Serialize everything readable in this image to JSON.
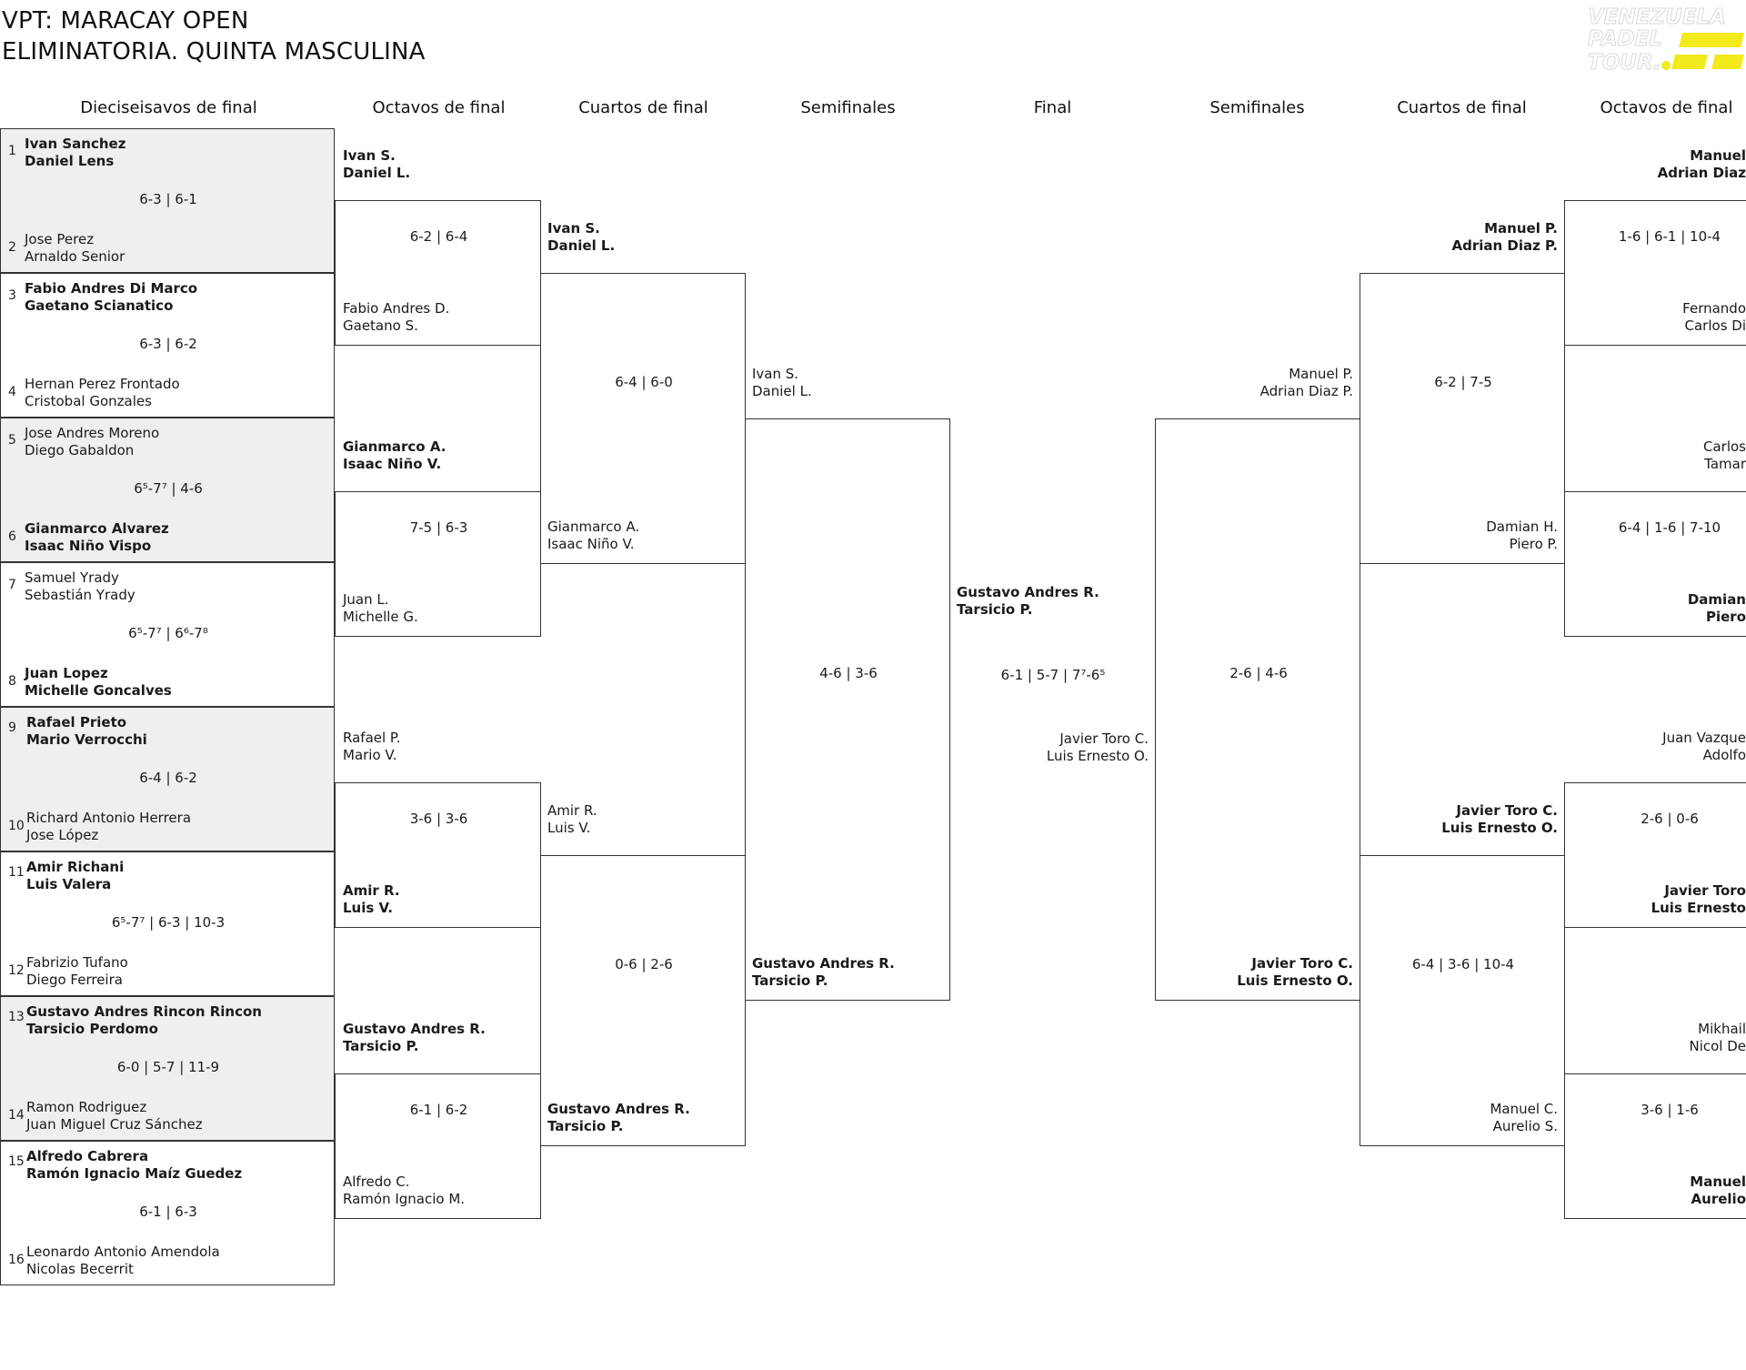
{
  "title": {
    "line1": "VPT: MARACAY OPEN",
    "line2": "ELIMINATORIA. QUINTA MASCULINA"
  },
  "logo": {
    "line1": "VENEZUELA",
    "line2": "PADEL",
    "line3": "TOUR."
  },
  "rounds": {
    "r32": "Dieciseisavos de final",
    "r16": "Octavos de final",
    "qf": "Cuartos de final",
    "sf": "Semifinales",
    "final": "Final",
    "sf_r": "Semifinales",
    "qf_r": "Cuartos de final",
    "r16_r": "Octavos de final"
  },
  "r32": [
    {
      "s1": "1",
      "a1": "Ivan Sanchez",
      "b1": "Daniel Lens",
      "s2": "2",
      "a2": "Jose Perez",
      "b2": "Arnaldo Senior",
      "score": "6-3 | 6-1",
      "w": 1
    },
    {
      "s1": "3",
      "a1": "Fabio Andres Di Marco",
      "b1": "Gaetano Scianatico",
      "s2": "4",
      "a2": "Hernan Perez Frontado",
      "b2": "Cristobal Gonzales",
      "score": "6-3 | 6-2",
      "w": 1
    },
    {
      "s1": "5",
      "a1": "Jose Andres Moreno",
      "b1": "Diego Gabaldon",
      "s2": "6",
      "a2": "Gianmarco Alvarez",
      "b2": "Isaac Niño Vispo",
      "score": "6⁵-7⁷ | 4-6",
      "w": 2
    },
    {
      "s1": "7",
      "a1": "Samuel Yrady",
      "b1": "Sebastián Yrady",
      "s2": "8",
      "a2": "Juan Lopez",
      "b2": "Michelle Goncalves",
      "score": "6⁵-7⁷ | 6⁶-7⁸",
      "w": 2
    },
    {
      "s1": "9",
      "a1": "Rafael Prieto",
      "b1": "Mario Verrocchi",
      "s2": "10",
      "a2": "Richard Antonio Herrera",
      "b2": "Jose López",
      "score": "6-4 | 6-2",
      "w": 1
    },
    {
      "s1": "11",
      "a1": "Amir Richani",
      "b1": "Luis Valera",
      "s2": "12",
      "a2": "Fabrizio Tufano",
      "b2": "Diego Ferreira",
      "score": "6⁵-7⁷ | 6-3 | 10-3",
      "w": 1
    },
    {
      "s1": "13",
      "a1": "Gustavo Andres Rincon Rincon",
      "b1": "Tarsicio Perdomo",
      "s2": "14",
      "a2": "Ramon Rodriguez",
      "b2": "Juan Miguel Cruz Sánchez",
      "score": "6-0 | 5-7 | 11-9",
      "w": 1
    },
    {
      "s1": "15",
      "a1": "Alfredo Cabrera",
      "b1": "Ramón Ignacio Maíz Guedez",
      "s2": "16",
      "a2": "Leonardo Antonio Amendola",
      "b2": "Nicolas Becerrit",
      "score": "6-1 | 6-3",
      "w": 1
    }
  ],
  "r16": [
    {
      "a1": "Ivan S.",
      "b1": "Daniel L.",
      "a2": "Fabio Andres D.",
      "b2": "Gaetano S.",
      "score": "6-2 | 6-4",
      "w": 1
    },
    {
      "a1": "Gianmarco A.",
      "b1": "Isaac Niño V.",
      "a2": "Juan L.",
      "b2": "Michelle G.",
      "score": "7-5 | 6-3",
      "w": 1
    },
    {
      "a1": "Rafael P.",
      "b1": "Mario V.",
      "a2": "Amir R.",
      "b2": "Luis V.",
      "score": "3-6 | 3-6",
      "w": 2
    },
    {
      "a1": "Gustavo Andres R.",
      "b1": "Tarsicio P.",
      "a2": "Alfredo C.",
      "b2": "Ramón Ignacio M.",
      "score": "6-1 | 6-2",
      "w": 1
    }
  ],
  "qf": [
    {
      "a1": "Ivan S.",
      "b1": "Daniel L.",
      "a2": "Gianmarco A.",
      "b2": "Isaac Niño V.",
      "score": "6-4 | 6-0",
      "w": 1
    },
    {
      "a1": "Amir R.",
      "b1": "Luis V.",
      "a2": "Gustavo Andres R.",
      "b2": "Tarsicio P.",
      "score": "0-6 | 2-6",
      "w": 2
    }
  ],
  "sf": {
    "a1": "Ivan S.",
    "b1": "Daniel L.",
    "a2": "Gustavo Andres R.",
    "b2": "Tarsicio P.",
    "score": "4-6 | 3-6",
    "w": 2
  },
  "final": {
    "a1": "Gustavo Andres R.",
    "b1": "Tarsicio P.",
    "a2": "Javier Toro C.",
    "b2": "Luis Ernesto O.",
    "score": "6-1 | 5-7 | 7⁷-6⁵",
    "w": 1
  },
  "sf_r": {
    "a1": "Manuel P.",
    "b1": "Adrian Diaz P.",
    "a2": "Javier Toro C.",
    "b2": "Luis Ernesto O.",
    "score": "2-6 | 4-6",
    "w": 2
  },
  "qf_r": [
    {
      "a1": "Manuel P.",
      "b1": "Adrian Diaz P.",
      "a2": "Damian H.",
      "b2": "Piero P.",
      "score": "6-2 | 7-5",
      "w": 1
    },
    {
      "a1": "Javier Toro C.",
      "b1": "Luis Ernesto O.",
      "a2": "Manuel C.",
      "b2": "Aurelio S.",
      "score": "6-4 | 3-6 | 10-4",
      "w": 1
    }
  ],
  "r16_r": [
    {
      "a1": "Manuel",
      "b1": "Adrian Diaz",
      "a2": "Fernando",
      "b2": "Carlos Di",
      "score": "1-6 | 6-1 | 10-4",
      "w": 1
    },
    {
      "a1": "Carlos",
      "b1": "Tamar",
      "a2": "Damian",
      "b2": "Piero",
      "score": "6-4 | 1-6 | 7-10",
      "w": 2
    },
    {
      "a1": "Juan Vazque",
      "b1": "Adolfo",
      "a2": "Javier Toro",
      "b2": "Luis Ernesto",
      "score": "2-6 | 0-6",
      "w": 2
    },
    {
      "a1": "Mikhail",
      "b1": "Nicol De",
      "a2": "Manuel",
      "b2": "Aurelio",
      "score": "3-6 | 1-6",
      "w": 2
    }
  ],
  "colors": {
    "logo_yellow": "#f2ea1a",
    "logo_gray": "#d9d9d9",
    "shade": "#efefef",
    "line": "#333333"
  }
}
